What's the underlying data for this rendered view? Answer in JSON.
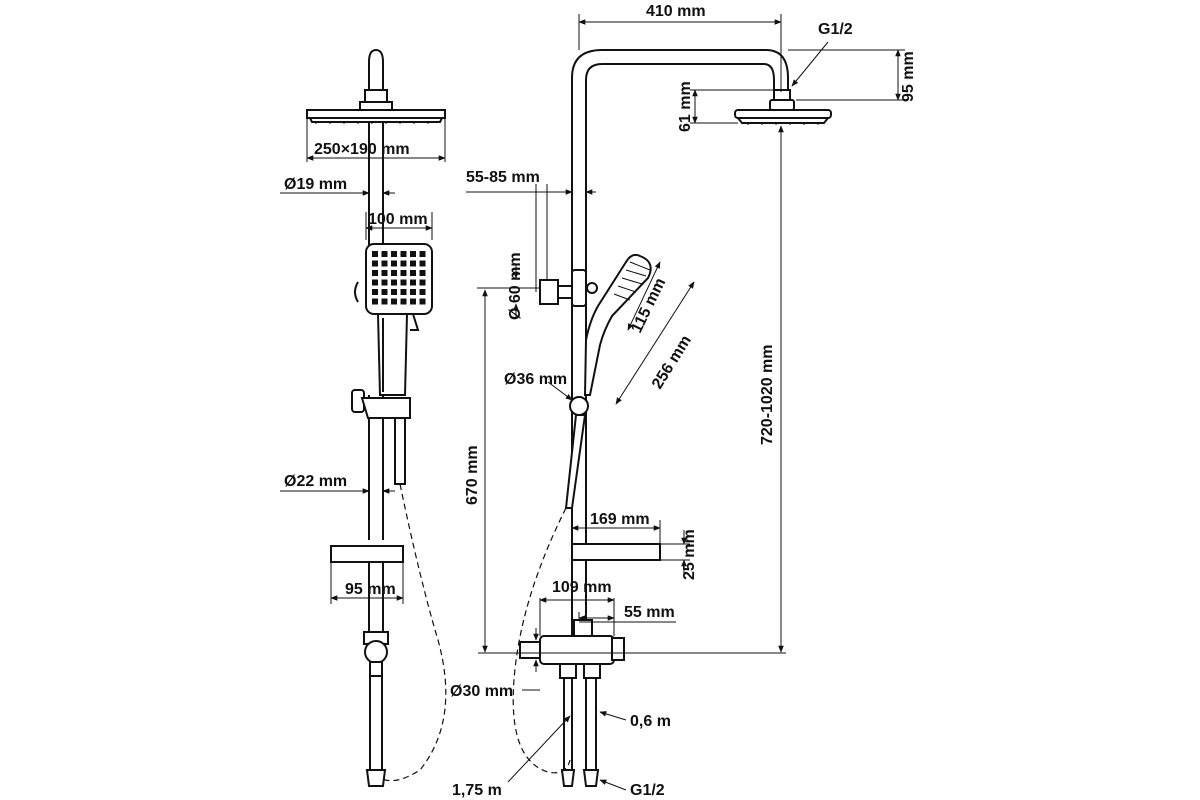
{
  "front_view": {
    "labels": {
      "head_size": "250×190 mm",
      "rail_dia": "Ø19 mm",
      "handshower_width": "100 mm",
      "lower_rail_dia": "Ø22 mm",
      "shelf_width": "95 mm"
    }
  },
  "side_view": {
    "labels": {
      "arm_reach": "410 mm",
      "thread_top": "G1/2",
      "head_drop": "95 mm",
      "head_height": "61 mm",
      "holder_offset": "55-85 mm",
      "holder_dia": "Ø 60 mm",
      "head_face": "115 mm",
      "handshower_length": "256 mm",
      "slider_dia": "Ø36 mm",
      "column_height": "720-1020 mm",
      "rail_to_valve": "670 mm",
      "shelf_depth": "169 mm",
      "shelf_height": "25 mm",
      "valve_width": "109 mm",
      "valve_depth": "55 mm",
      "outlet_dia": "Ø30 mm",
      "pipe_length": "0,6 m",
      "hose_length": "1,75 m",
      "thread_bottom": "G1/2"
    }
  }
}
